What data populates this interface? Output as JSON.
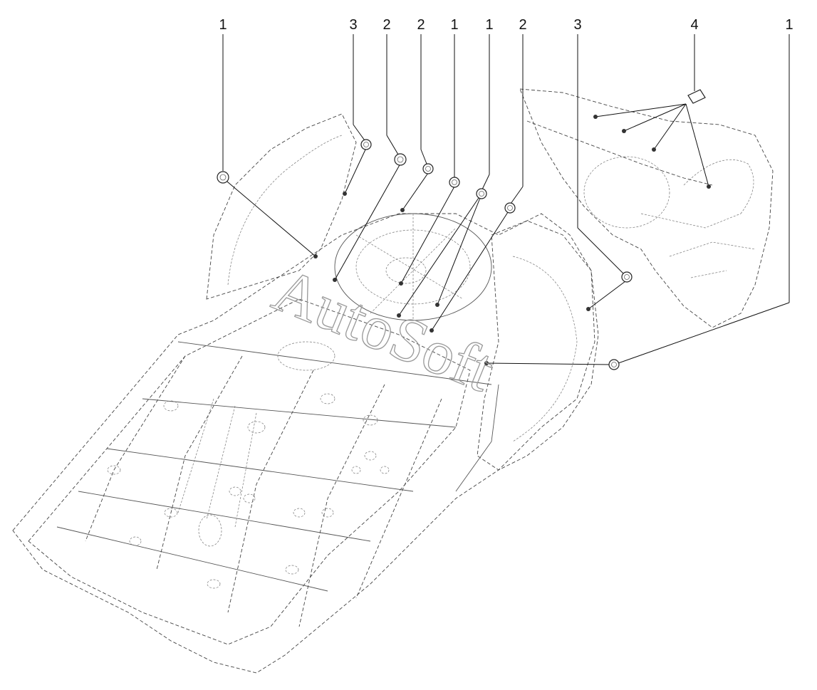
{
  "callouts": [
    {
      "label": "1"
    },
    {
      "label": "3"
    },
    {
      "label": "2"
    },
    {
      "label": "2"
    },
    {
      "label": "1"
    },
    {
      "label": "1"
    },
    {
      "label": "2"
    },
    {
      "label": "3"
    },
    {
      "label": "4"
    },
    {
      "label": "1"
    }
  ],
  "watermark": {
    "text": "AutoSoft"
  }
}
